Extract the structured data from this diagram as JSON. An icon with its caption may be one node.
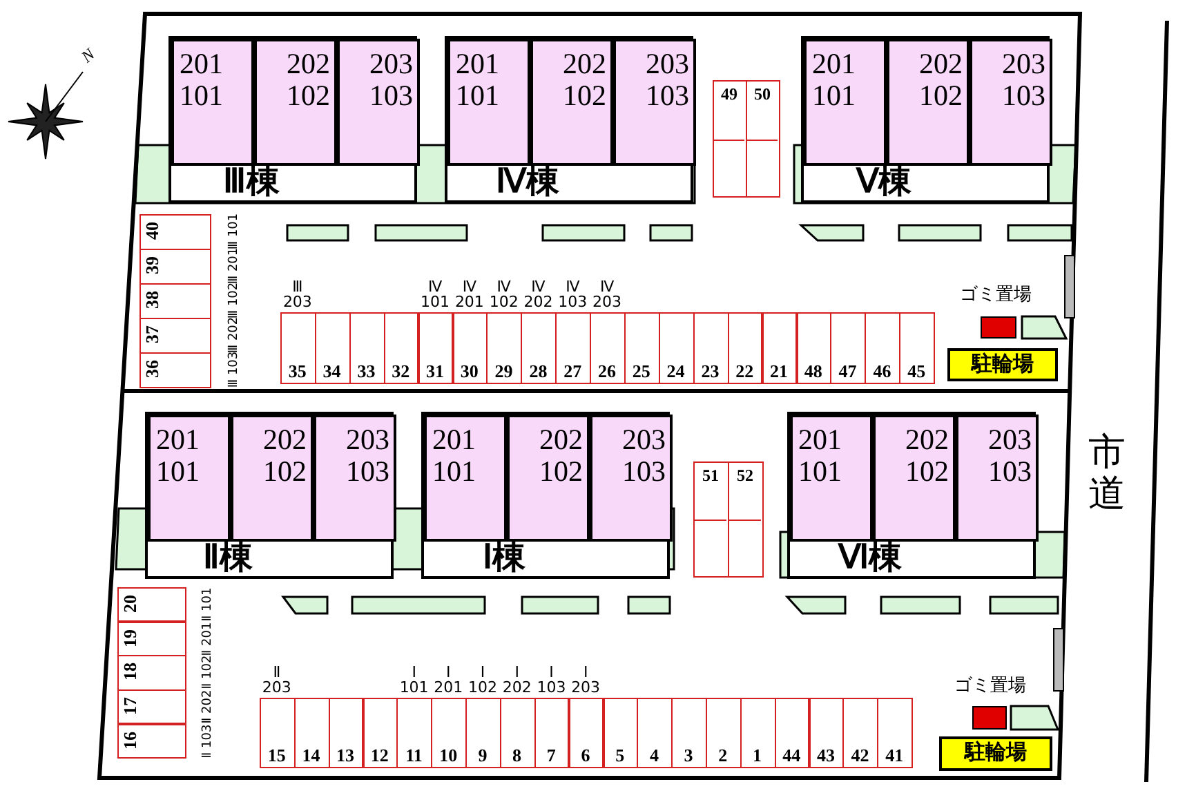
{
  "diagram": {
    "nodes": [
      {
        "text": [
          "Ⅲ棟"
        ]
      },
      {
        "text": [
          "201",
          "101"
        ],
        "in": 0
      },
      {
        "text": [
          "202",
          "102"
        ],
        "in": 0
      },
      {
        "text": [
          "203",
          "103"
        ],
        "in": 0
      },
      {
        "text": [
          "Ⅳ棟"
        ]
      },
      {
        "text": [
          "201",
          "101"
        ],
        "in": 4
      },
      {
        "text": [
          "202",
          "102"
        ],
        "in": 4
      },
      {
        "text": [
          "203",
          "103"
        ],
        "in": 4
      },
      {
        "text": [
          "49"
        ]
      },
      {
        "text": [
          "50"
        ]
      },
      {
        "text": [
          "Ⅴ棟"
        ]
      },
      {
        "text": [
          "201",
          "101"
        ],
        "in": 10
      },
      {
        "text": [
          "202",
          "102"
        ],
        "in": 10
      },
      {
        "text": [
          "203",
          "103"
        ],
        "in": 10
      },
      {
        "text": [
          "40"
        ]
      },
      {
        "text": [
          "39"
        ]
      },
      {
        "text": [
          "38"
        ]
      },
      {
        "text": [
          "37"
        ]
      },
      {
        "text": [
          "36"
        ]
      },
      {
        "text": [
          "35"
        ]
      },
      {
        "text": [
          "34"
        ]
      },
      {
        "text": [
          "33"
        ]
      },
      {
        "text": [
          "32"
        ]
      },
      {
        "text": [
          "31"
        ]
      },
      {
        "text": [
          "30"
        ]
      },
      {
        "text": [
          "29"
        ]
      },
      {
        "text": [
          "28"
        ]
      },
      {
        "text": [
          "27"
        ]
      },
      {
        "text": [
          "26"
        ]
      },
      {
        "text": [
          "25"
        ]
      },
      {
        "text": [
          "24"
        ]
      },
      {
        "text": [
          "23"
        ]
      },
      {
        "text": [
          "22"
        ]
      },
      {
        "text": [
          "21"
        ]
      },
      {
        "text": [
          "48"
        ]
      },
      {
        "text": [
          "47"
        ]
      },
      {
        "text": [
          "46"
        ]
      },
      {
        "text": [
          "45"
        ]
      },
      {
        "text": [
          "ゴミ置場"
        ]
      },
      {
        "text": [
          "駐輪場"
        ]
      },
      {
        "text": [
          "Ⅱ棟"
        ]
      },
      {
        "text": [
          "201",
          "101"
        ],
        "in": 40
      },
      {
        "text": [
          "202",
          "102"
        ],
        "in": 40
      },
      {
        "text": [
          "203",
          "103"
        ],
        "in": 40
      },
      {
        "text": [
          "Ⅰ棟"
        ]
      },
      {
        "text": [
          "201",
          "101"
        ],
        "in": 44
      },
      {
        "text": [
          "202",
          "102"
        ],
        "in": 44
      },
      {
        "text": [
          "203",
          "103"
        ],
        "in": 44
      },
      {
        "text": [
          "51"
        ]
      },
      {
        "text": [
          "52"
        ]
      },
      {
        "text": [
          "Ⅵ棟"
        ]
      },
      {
        "text": [
          "201",
          "101"
        ],
        "in": 50
      },
      {
        "text": [
          "202",
          "102"
        ],
        "in": 50
      },
      {
        "text": [
          "203",
          "103"
        ],
        "in": 50
      },
      {
        "text": [
          "20"
        ]
      },
      {
        "text": [
          "19"
        ]
      },
      {
        "text": [
          "18"
        ]
      },
      {
        "text": [
          "17"
        ]
      },
      {
        "text": [
          "16"
        ]
      },
      {
        "text": [
          "15"
        ]
      },
      {
        "text": [
          "14"
        ]
      },
      {
        "text": [
          "13"
        ]
      },
      {
        "text": [
          "12"
        ]
      },
      {
        "text": [
          "11"
        ]
      },
      {
        "text": [
          "10"
        ]
      },
      {
        "text": [
          "9"
        ]
      },
      {
        "text": [
          "8"
        ]
      },
      {
        "text": [
          "7"
        ]
      },
      {
        "text": [
          "6"
        ]
      },
      {
        "text": [
          "5"
        ]
      },
      {
        "text": [
          "4"
        ]
      },
      {
        "text": [
          "3"
        ]
      },
      {
        "text": [
          "2"
        ]
      },
      {
        "text": [
          "1"
        ]
      },
      {
        "text": [
          "44"
        ]
      },
      {
        "text": [
          "43"
        ]
      },
      {
        "text": [
          "42"
        ]
      },
      {
        "text": [
          "41"
        ]
      },
      {
        "text": [
          "ゴミ置場"
        ]
      },
      {
        "text": [
          "駐輪場"
        ]
      }
    ],
    "labels": [
      "N",
      "Ⅲ 101",
      "Ⅲ 201",
      "Ⅲ 102",
      "Ⅲ 202",
      "Ⅲ 103",
      "Ⅲ 203",
      "Ⅳ 101",
      "Ⅳ 201",
      "Ⅳ 102",
      "Ⅳ 202",
      "Ⅳ 103",
      "Ⅳ 203",
      "市道",
      "Ⅱ 101",
      "Ⅱ 201",
      "Ⅱ 102",
      "Ⅱ 202",
      "Ⅱ 103",
      "Ⅱ 203",
      "Ⅰ 101",
      "Ⅰ 201",
      "Ⅰ 102",
      "Ⅰ 202",
      "Ⅰ 103",
      "Ⅰ 203"
    ]
  }
}
